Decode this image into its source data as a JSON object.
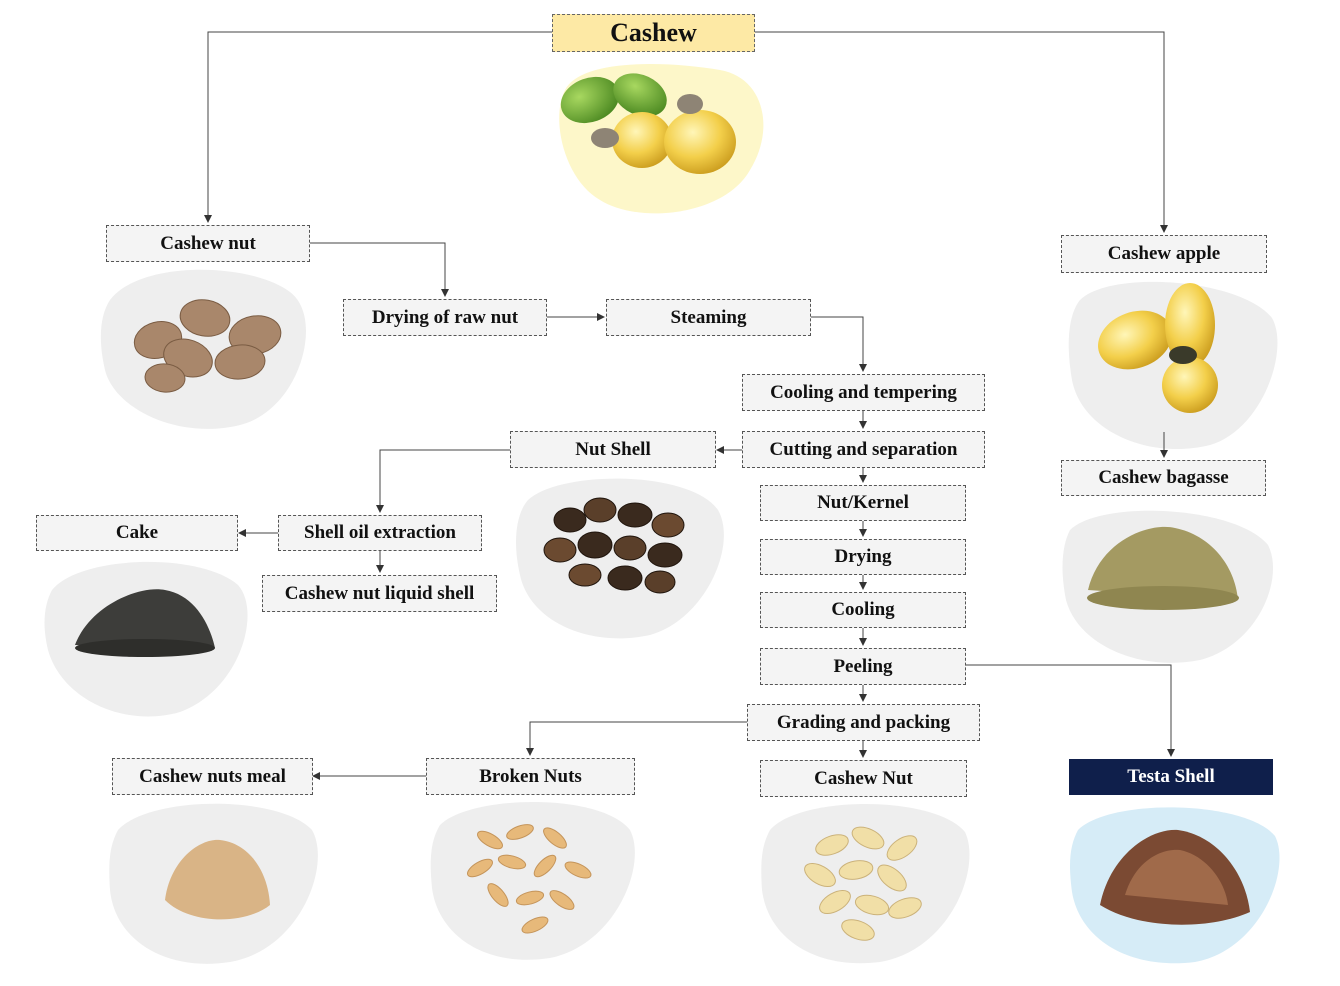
{
  "nodes": {
    "cashew": "Cashew",
    "cashew_nut": "Cashew nut",
    "cashew_apple": "Cashew apple",
    "drying_raw_nut": "Drying of raw nut",
    "steaming": "Steaming",
    "cooling_tempering": "Cooling and tempering",
    "cutting_separation": "Cutting and separation",
    "nut_shell": "Nut Shell",
    "shell_oil_extraction": "Shell oil extraction",
    "cake": "Cake",
    "cnsl": "Cashew nut liquid shell",
    "nut_kernel": "Nut/Kernel",
    "drying": "Drying",
    "cooling": "Cooling",
    "peeling": "Peeling",
    "grading_packing": "Grading and packing",
    "broken_nuts": "Broken Nuts",
    "cashew_nuts_meal": "Cashew nuts meal",
    "cashew_nut_product": "Cashew Nut",
    "testa_shell": "Testa Shell",
    "cashew_bagasse": "Cashew bagasse"
  },
  "colors": {
    "root_fill": "#fde9a5",
    "node_fill": "#f4f4f4",
    "testa_fill": "#0f1f4b",
    "blob_grey": "#eeeeee",
    "blob_yellow": "#fdf7c9",
    "blob_blue": "#d6ecf7"
  },
  "images": {
    "cashew_fruit": "cashew-fruit-photo",
    "raw_nuts": "raw-cashew-nuts-photo",
    "apple": "cashew-apple-photo",
    "shells": "nut-shell-photo",
    "cake": "cake-powder-photo",
    "bagasse": "bagasse-photo",
    "meal": "nuts-meal-photo",
    "broken": "broken-nuts-photo",
    "kernels": "cashew-kernels-photo",
    "testa": "testa-shell-photo"
  }
}
